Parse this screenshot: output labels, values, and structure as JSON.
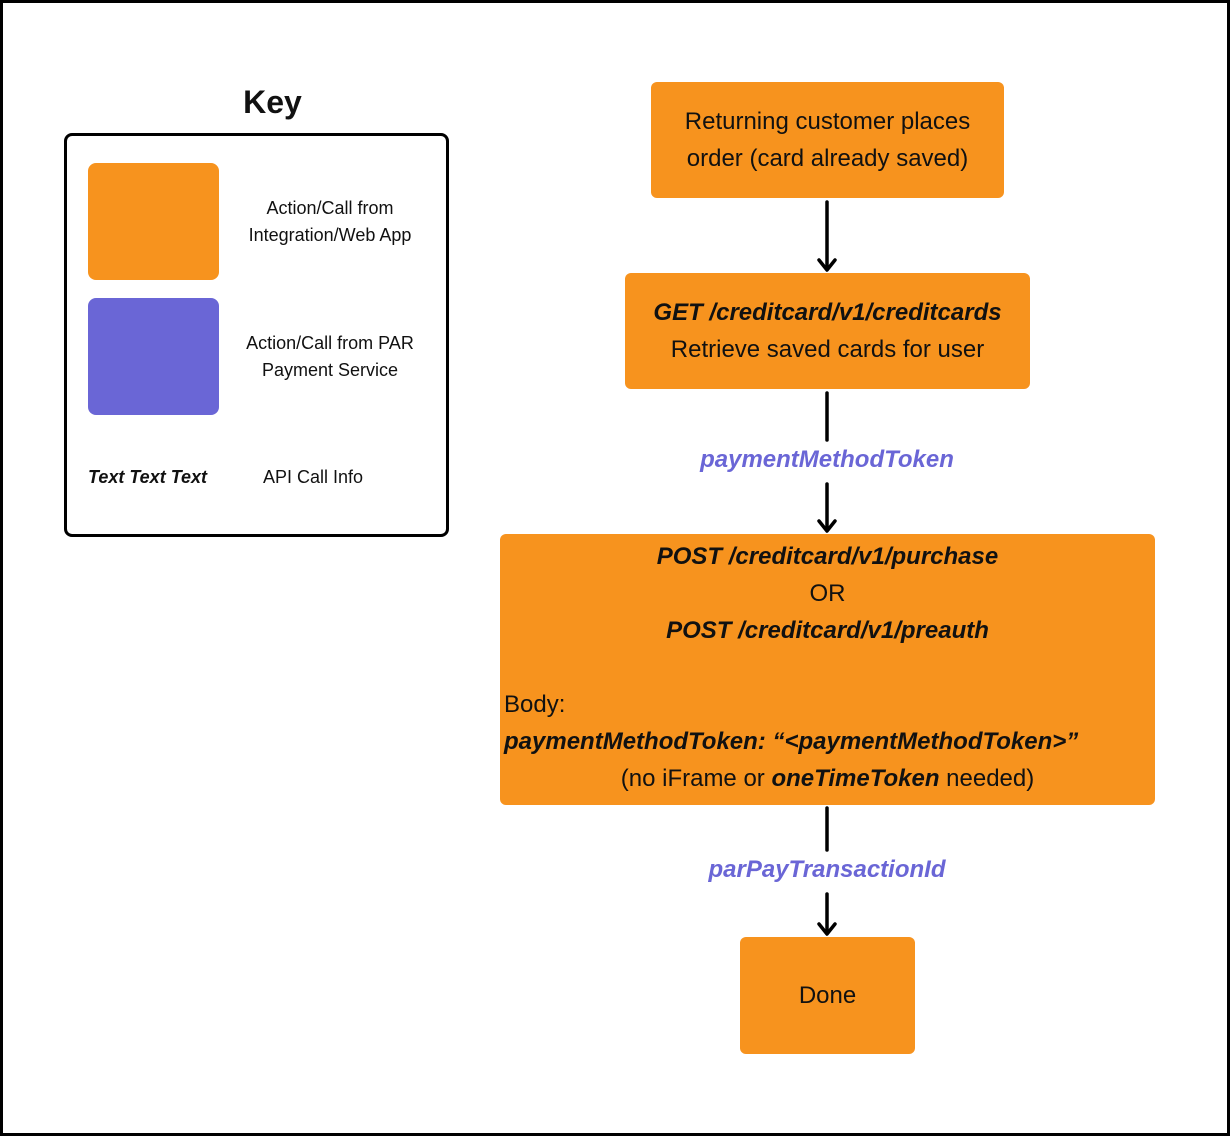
{
  "colors": {
    "integration": "#f7931e",
    "par_service": "#6a66d6",
    "edge_label": "#6a66d6"
  },
  "key": {
    "title": "Key",
    "items": [
      {
        "label": "Action/Call from Integration/Web App",
        "color": "#f7931e"
      },
      {
        "label": "Action/Call from PAR Payment Service",
        "color": "#6a66d6"
      }
    ],
    "sample_text": "Text Text Text",
    "api_label": "API Call Info"
  },
  "flow": {
    "step1": {
      "line1": "Returning customer places",
      "line2": "order (card already saved)"
    },
    "step2": {
      "api": "GET /creditcard/v1/creditcards",
      "desc": "Retrieve saved cards for user"
    },
    "edge1": "paymentMethodToken",
    "step3": {
      "api1": "POST /creditcard/v1/purchase",
      "or": "OR",
      "api2": "POST /creditcard/v1/preauth",
      "body_label": "Body:",
      "body_field": "paymentMethodToken: “<paymentMethodToken>”",
      "note_prefix": "(no iFrame or ",
      "note_token": "oneTimeToken",
      "note_suffix": " needed)"
    },
    "edge2": "parPayTransactionId",
    "step4": {
      "label": "Done"
    }
  }
}
